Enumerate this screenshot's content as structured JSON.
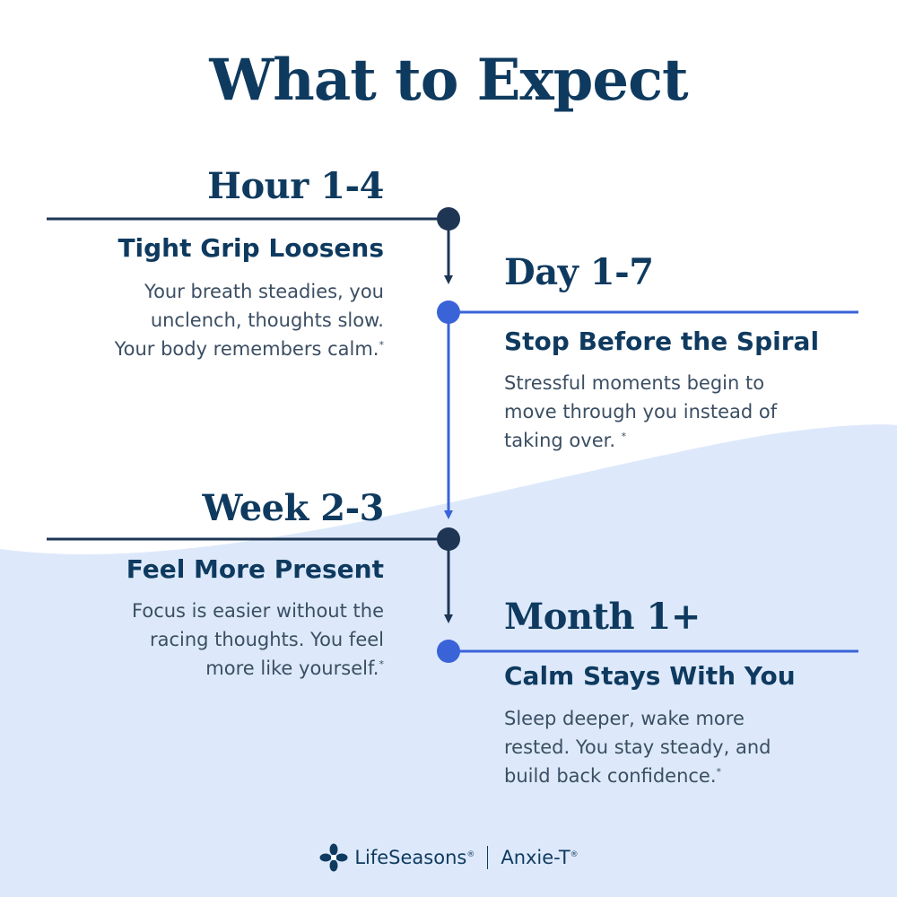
{
  "title": "What to Expect",
  "colors": {
    "navy": "#0f3a5f",
    "dark_node": "#1e3654",
    "blue_node": "#3a63d8",
    "wave": "#dde9fb"
  },
  "milestones": [
    {
      "period": "Hour 1-4",
      "heading": "Tight Grip Loosens",
      "lines": [
        "Your breath steadies, you",
        "unclench, thoughts slow.",
        "Your body remembers calm."
      ],
      "asterisk": "*"
    },
    {
      "period": "Day 1-7",
      "heading": "Stop Before the Spiral",
      "lines": [
        "Stressful moments begin to",
        "move through you instead of",
        "taking over. "
      ],
      "asterisk": "*"
    },
    {
      "period": "Week 2-3",
      "heading": "Feel More Present",
      "lines": [
        "Focus is easier without the",
        "racing thoughts. You feel",
        "more like yourself."
      ],
      "asterisk": "*"
    },
    {
      "period": "Month 1+",
      "heading": "Calm Stays With You",
      "lines": [
        "Sleep deeper, wake more",
        "rested. You stay steady, and",
        "build back confidence."
      ],
      "asterisk": "*"
    }
  ],
  "footer": {
    "brand": "LifeSeasons",
    "brand_mark": "®",
    "product": "Anxie-T",
    "product_mark": "®",
    "logo_icon": "clover-icon"
  }
}
